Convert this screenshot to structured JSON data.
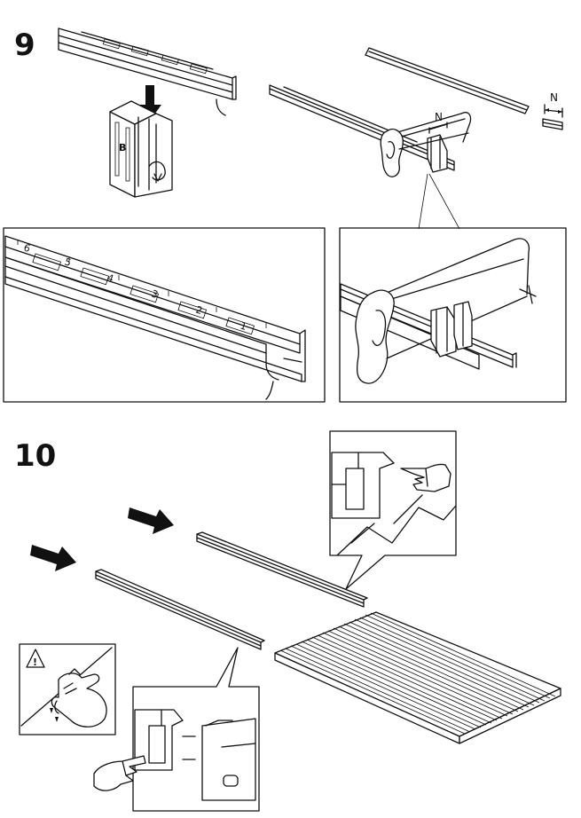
{
  "steps": [
    {
      "number": "9"
    },
    {
      "number": "10"
    }
  ],
  "step9": {
    "clip_letter": "B",
    "measure_label": "N",
    "measure_label_saw": "N",
    "rail_scale_marks": [
      "6",
      "5",
      "4",
      "3",
      "2",
      "1"
    ]
  },
  "step10": {
    "warning_symbol": "!"
  },
  "icons": {
    "push_arrow": "arrow-right-icon",
    "down_arrow": "arrow-down-icon",
    "warning": "warning-triangle-icon",
    "hand": "pointing-hand-icon"
  },
  "colors": {
    "ink": "#111111",
    "paper": "#ffffff",
    "fill_gray": "#d8d8d8"
  }
}
